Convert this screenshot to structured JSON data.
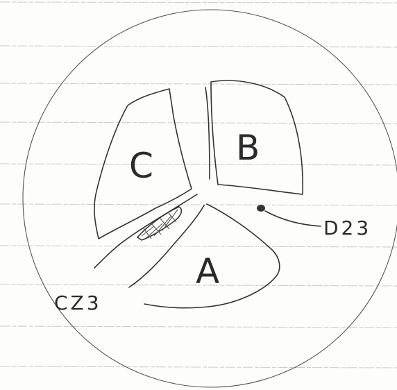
{
  "diagram": {
    "leaflets": {
      "a": "A",
      "b": "B",
      "c": "C"
    },
    "annotations": {
      "d23": "D23",
      "cz3": "CZ3"
    },
    "colors": {
      "ink": "#333333",
      "paper": "#fdfdfc",
      "rule_lines": "#c9c9c9"
    }
  }
}
